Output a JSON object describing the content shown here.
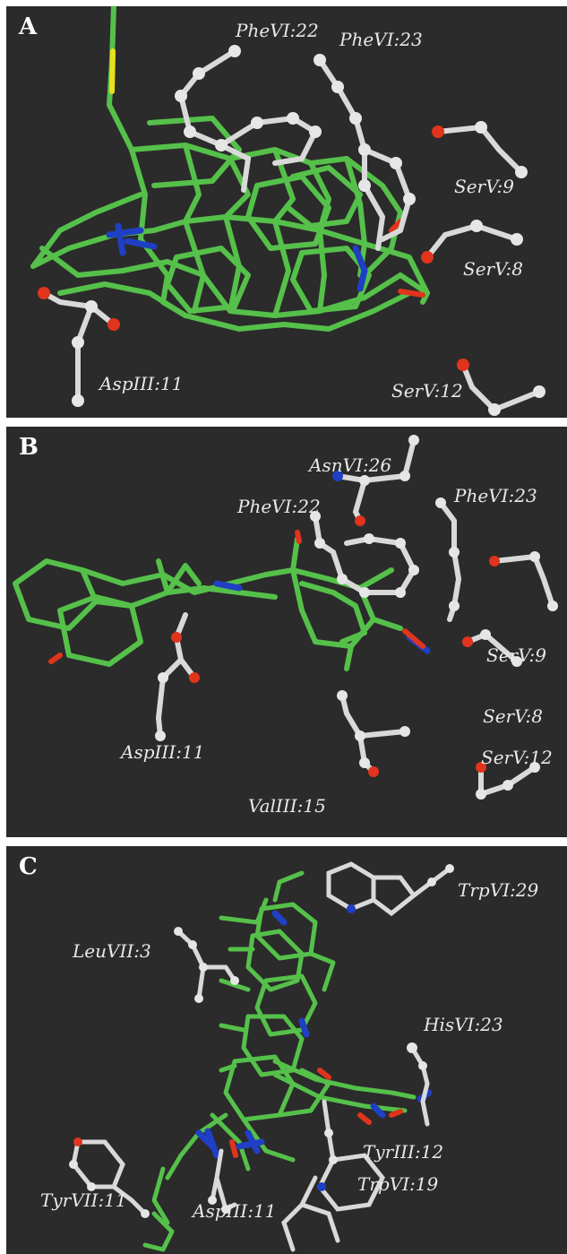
{
  "panels": [
    {
      "letter": "A",
      "residues": [
        "PheVI:22",
        "PheVI:23",
        "SerV:9",
        "SerV:8",
        "AspIII:11",
        "SerV:12"
      ]
    },
    {
      "letter": "B",
      "residues": [
        "AsnVI:26",
        "PheVI:22",
        "PheVI:23",
        "SerV:9",
        "SerV:8",
        "AspIII:11",
        "ValIII:15",
        "SerV:12"
      ]
    },
    {
      "letter": "C",
      "residues": [
        "TrpVI:29",
        "LeuVII:3",
        "HisVI:23",
        "TyrIII:12",
        "TyrVII:11",
        "AspIII:11",
        "TrpVI:19"
      ]
    }
  ],
  "colors": {
    "background": "#2b2b2b",
    "ligand_carbon": "#55c04a",
    "nitrogen": "#1f3fc4",
    "oxygen": "#e0341c",
    "sulfur": "#e8e21a",
    "residue_carbon": "#d9d9d9"
  }
}
